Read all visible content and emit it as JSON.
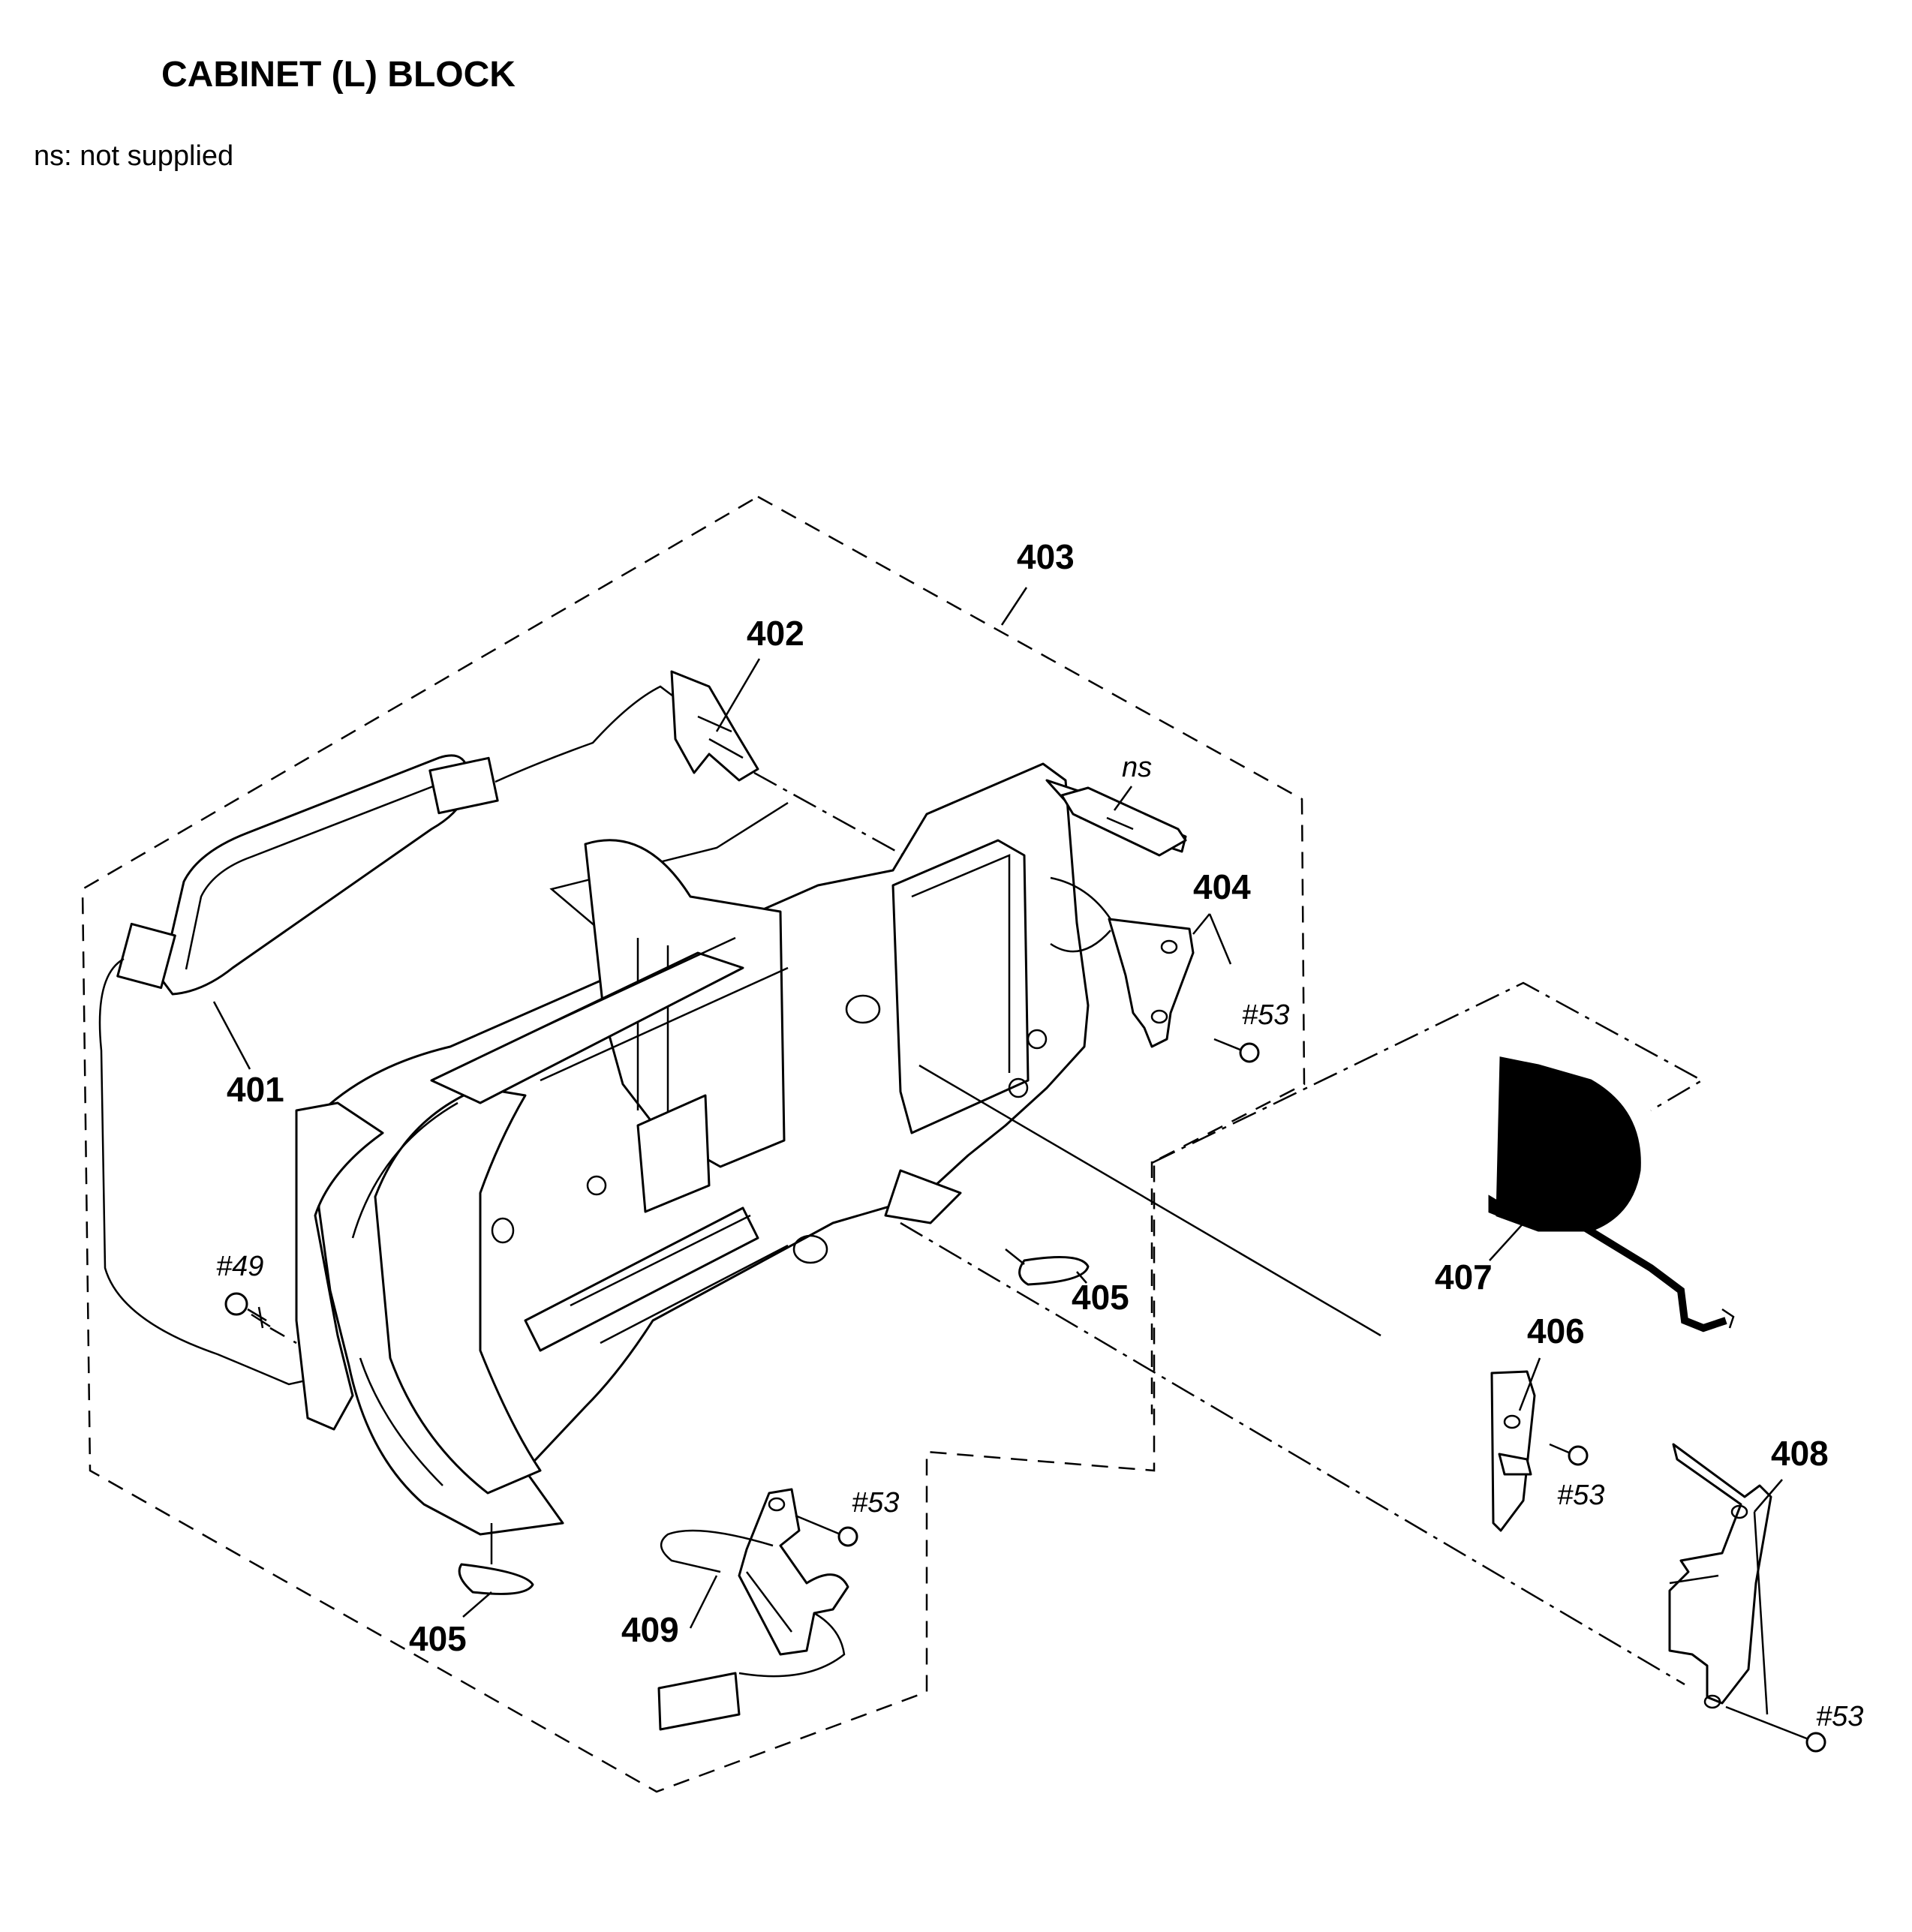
{
  "header": {
    "title": "CABINET (L)  BLOCK",
    "note": "ns: not supplied"
  },
  "callouts": {
    "p401": "401",
    "p402": "402",
    "p403": "403",
    "p404": "404",
    "p405a": "405",
    "p405b": "405",
    "p406": "406",
    "p407": "407",
    "p408": "408",
    "p409": "409",
    "ns": "ns"
  },
  "screws": {
    "s49": "#49",
    "s53a": "#53",
    "s53b": "#53",
    "s53c": "#53",
    "s53d": "#53"
  }
}
